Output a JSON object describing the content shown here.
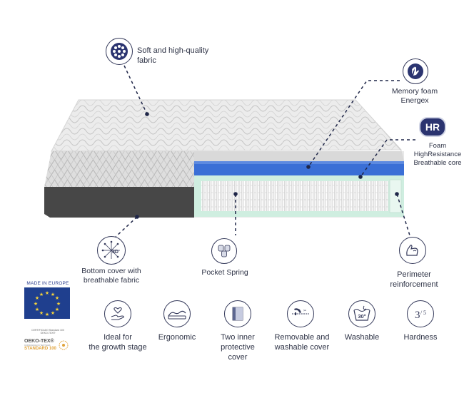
{
  "labels": {
    "fabric": [
      "Soft and high-quality",
      "fabric"
    ],
    "memory": [
      "Memory foam",
      "Energex"
    ],
    "hr_badge": "HR",
    "hr": [
      "Foam",
      "HighResistance",
      "Breathable core"
    ],
    "bottom": [
      "Bottom cover with",
      "breathable fabric"
    ],
    "pocket": "Pocket Spring",
    "perimeter": [
      "Perimeter",
      "reinforcement"
    ],
    "threed": "3D"
  },
  "features": [
    {
      "icon": "growth-stage-icon",
      "lines": [
        "Ideal for",
        "the growth stage"
      ]
    },
    {
      "icon": "ergonomic-icon",
      "lines": [
        "Ergonomic"
      ]
    },
    {
      "icon": "inner-cover-icon",
      "lines": [
        "Two inner",
        "protective",
        "cover"
      ]
    },
    {
      "icon": "removable-cover-icon",
      "lines": [
        "Removable and",
        "washable cover"
      ]
    },
    {
      "icon": "washable-icon",
      "lines": [
        "Washable"
      ],
      "temp": "30°"
    },
    {
      "icon": "hardness-icon",
      "lines": [
        "Hardness"
      ],
      "value": "3",
      "scale": "5"
    }
  ],
  "eu": {
    "made_in": "MADE IN EUROPE",
    "cert": [
      "CERTIFICADO Standard 100",
      "OEKO-TEX®"
    ],
    "oeko": "OEKO-TEX®",
    "oeko_sub": "CONFIANCE IN TEXTILES",
    "standard": "STANDARD 100"
  },
  "colors": {
    "navy": "#2d3f8f",
    "blue_foam": "#3a6fd6",
    "mint": "#cfeee0",
    "dark_base": "#474747",
    "oeko_orange": "#e0a33a"
  }
}
